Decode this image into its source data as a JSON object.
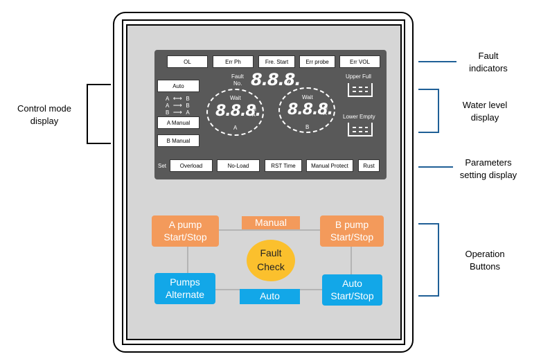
{
  "lcd": {
    "fault_indicators": [
      "OL",
      "Err Ph",
      "Fre. Start",
      "Err probe",
      "Err VOL"
    ],
    "fault_no_label": [
      "Fault",
      "No."
    ],
    "fault_digits": "8.8.8.",
    "volt_unit": "V",
    "control_modes": {
      "auto": "Auto",
      "a_manual": "A Manual",
      "b_manual": "B Manual",
      "arrows": [
        {
          "left": "A",
          "right": "B",
          "symbol": "⟷"
        },
        {
          "left": "A",
          "right": "B",
          "symbol": "⟶"
        },
        {
          "left": "B",
          "right": "A",
          "symbol": "⟶"
        }
      ]
    },
    "pump_a": {
      "wait": "Wait",
      "digits": "8.8.8.",
      "unit_m": "M",
      "unit_a": "A",
      "name": "A"
    },
    "pump_b": {
      "wait": "Wait",
      "digits": "8.8.8.",
      "unit_m": "M",
      "unit_a": "A",
      "name": "B"
    },
    "water_level": {
      "upper": "Upper Full",
      "lower": "Lower Empty"
    },
    "set_label": "Set",
    "parameters": [
      "Overload",
      "No-Load",
      "RST Time",
      "Manual Protect",
      "Rust"
    ]
  },
  "buttons": {
    "a_pump": [
      "A pump",
      "Start/Stop"
    ],
    "b_pump": [
      "B pump",
      "Start/Stop"
    ],
    "manual": "Manual",
    "fault_check": [
      "Fault",
      "Check"
    ],
    "pumps_alternate": [
      "Pumps",
      "Alternate"
    ],
    "auto": "Auto",
    "auto_start_stop": [
      "Auto",
      "Start/Stop"
    ]
  },
  "callouts": {
    "control_mode": [
      "Control mode",
      "display"
    ],
    "fault_indicators": [
      "Fault",
      "indicators"
    ],
    "water_level": [
      "Water level",
      "display"
    ],
    "parameters": [
      "Parameters",
      "setting display"
    ],
    "operation": [
      "Operation",
      "Buttons"
    ]
  },
  "colors": {
    "orange_button": "#f39a5b",
    "blue_button": "#12a7e8",
    "fault_button": "#fbc02d",
    "lcd_background": "#595959",
    "panel": "#d6d6d6",
    "callout_line": "#1f5f96"
  }
}
